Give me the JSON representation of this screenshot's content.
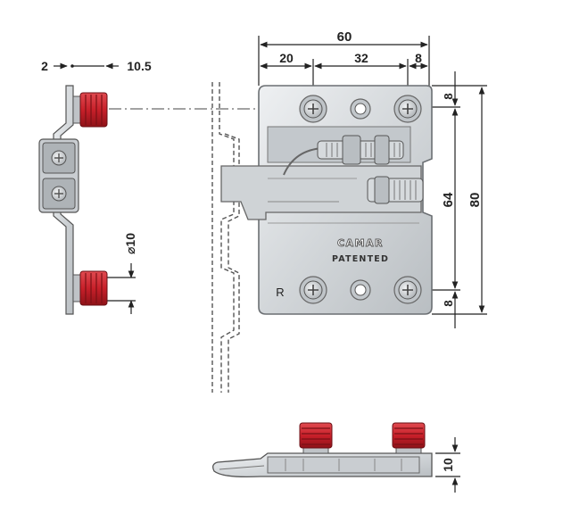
{
  "dimensions": {
    "top_total": "60",
    "top_left": "20",
    "top_mid": "32",
    "top_right": "8",
    "side_right_total": "80",
    "side_right_mid": "64",
    "side_right_top": "8",
    "side_right_bottom": "8",
    "left_a": "2",
    "left_b": "10.5",
    "diameter": "⌀10",
    "bottom_height": "10"
  },
  "labels": {
    "brand": "CAMAR",
    "patented": "PATENTED",
    "side_mark": "R"
  },
  "colors": {
    "plate": "#d9dcdf",
    "plate_edge": "#6b6f73",
    "insert_red": "#c8202a",
    "line": "#222222"
  }
}
